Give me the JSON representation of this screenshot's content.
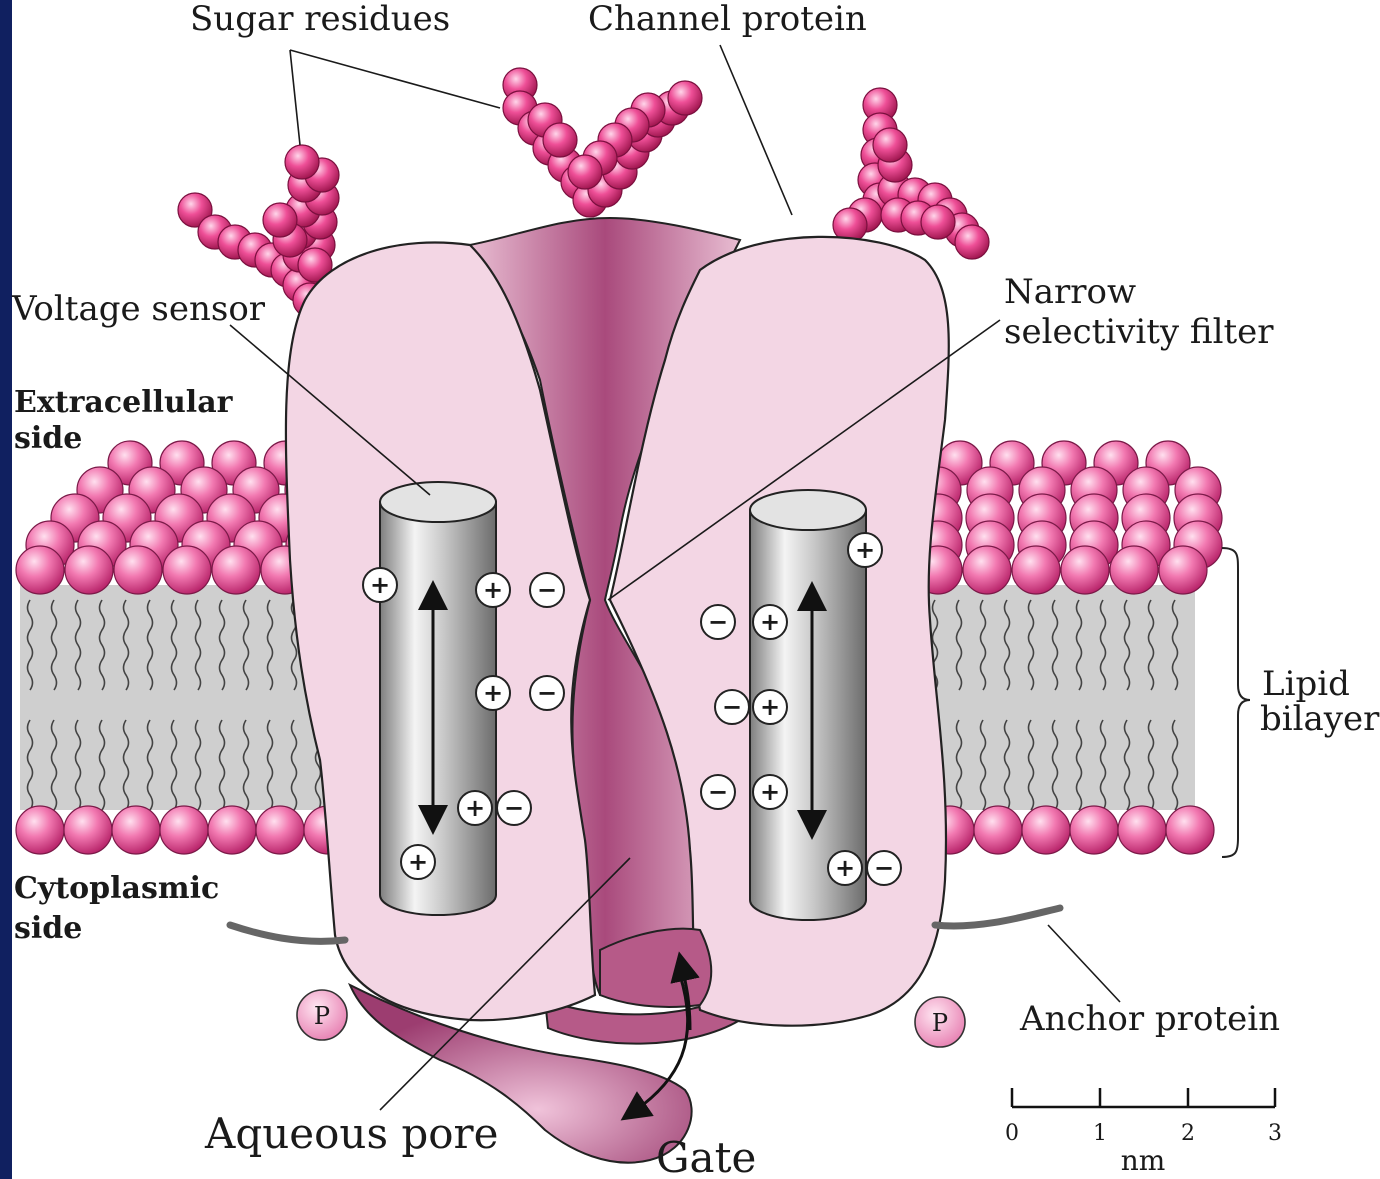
{
  "labels": {
    "sugar_residues": "Sugar residues",
    "channel_protein": "Channel protein",
    "voltage_sensor": "Voltage sensor",
    "narrow_line1": "Narrow",
    "narrow_line2": "selectivity filter",
    "extracellular_line1": "Extracellular",
    "extracellular_line2": "side",
    "cytoplasmic_line1": "Cytoplasmic",
    "cytoplasmic_line2": "side",
    "lipid_line1": "Lipid",
    "lipid_line2": "bilayer",
    "anchor_protein": "Anchor protein",
    "aqueous_pore": "Aqueous pore",
    "gate": "Gate",
    "phosphate": "P"
  },
  "scale_bar": {
    "ticks": [
      "0",
      "1",
      "2",
      "3"
    ],
    "unit": "nm"
  },
  "charges": {
    "plus": "+",
    "minus": "−"
  },
  "colors": {
    "protein_fill": "#f3d6e4",
    "pore_fill": "#b65a88",
    "sugar": "#e8428f",
    "lipid_head": "#f06aa8",
    "bilayer_core": "#cfcfcf",
    "edge_bar": "#102060"
  }
}
